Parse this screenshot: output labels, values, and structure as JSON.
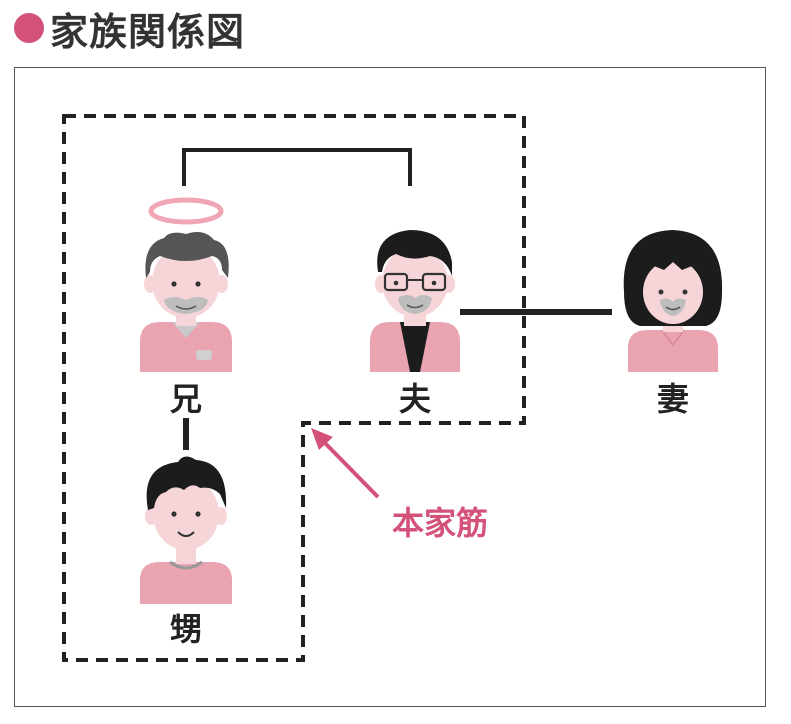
{
  "title": "家族関係図",
  "colors": {
    "accent": "#d4527a",
    "line": "#222222",
    "clothing": "#eaa3b0",
    "skin": "#f6d5d8",
    "hair_black": "#1c1c1c",
    "hair_grey": "#555555",
    "halo": "#f0a6b4"
  },
  "persons": {
    "brother": {
      "label": "兄",
      "icon": "deceased-grandfather-icon"
    },
    "husband": {
      "label": "夫",
      "icon": "man-with-glasses-icon"
    },
    "wife": {
      "label": "妻",
      "icon": "woman-icon"
    },
    "nephew": {
      "label": "甥",
      "icon": "boy-icon"
    }
  },
  "annotation": {
    "label": "本家筋"
  }
}
